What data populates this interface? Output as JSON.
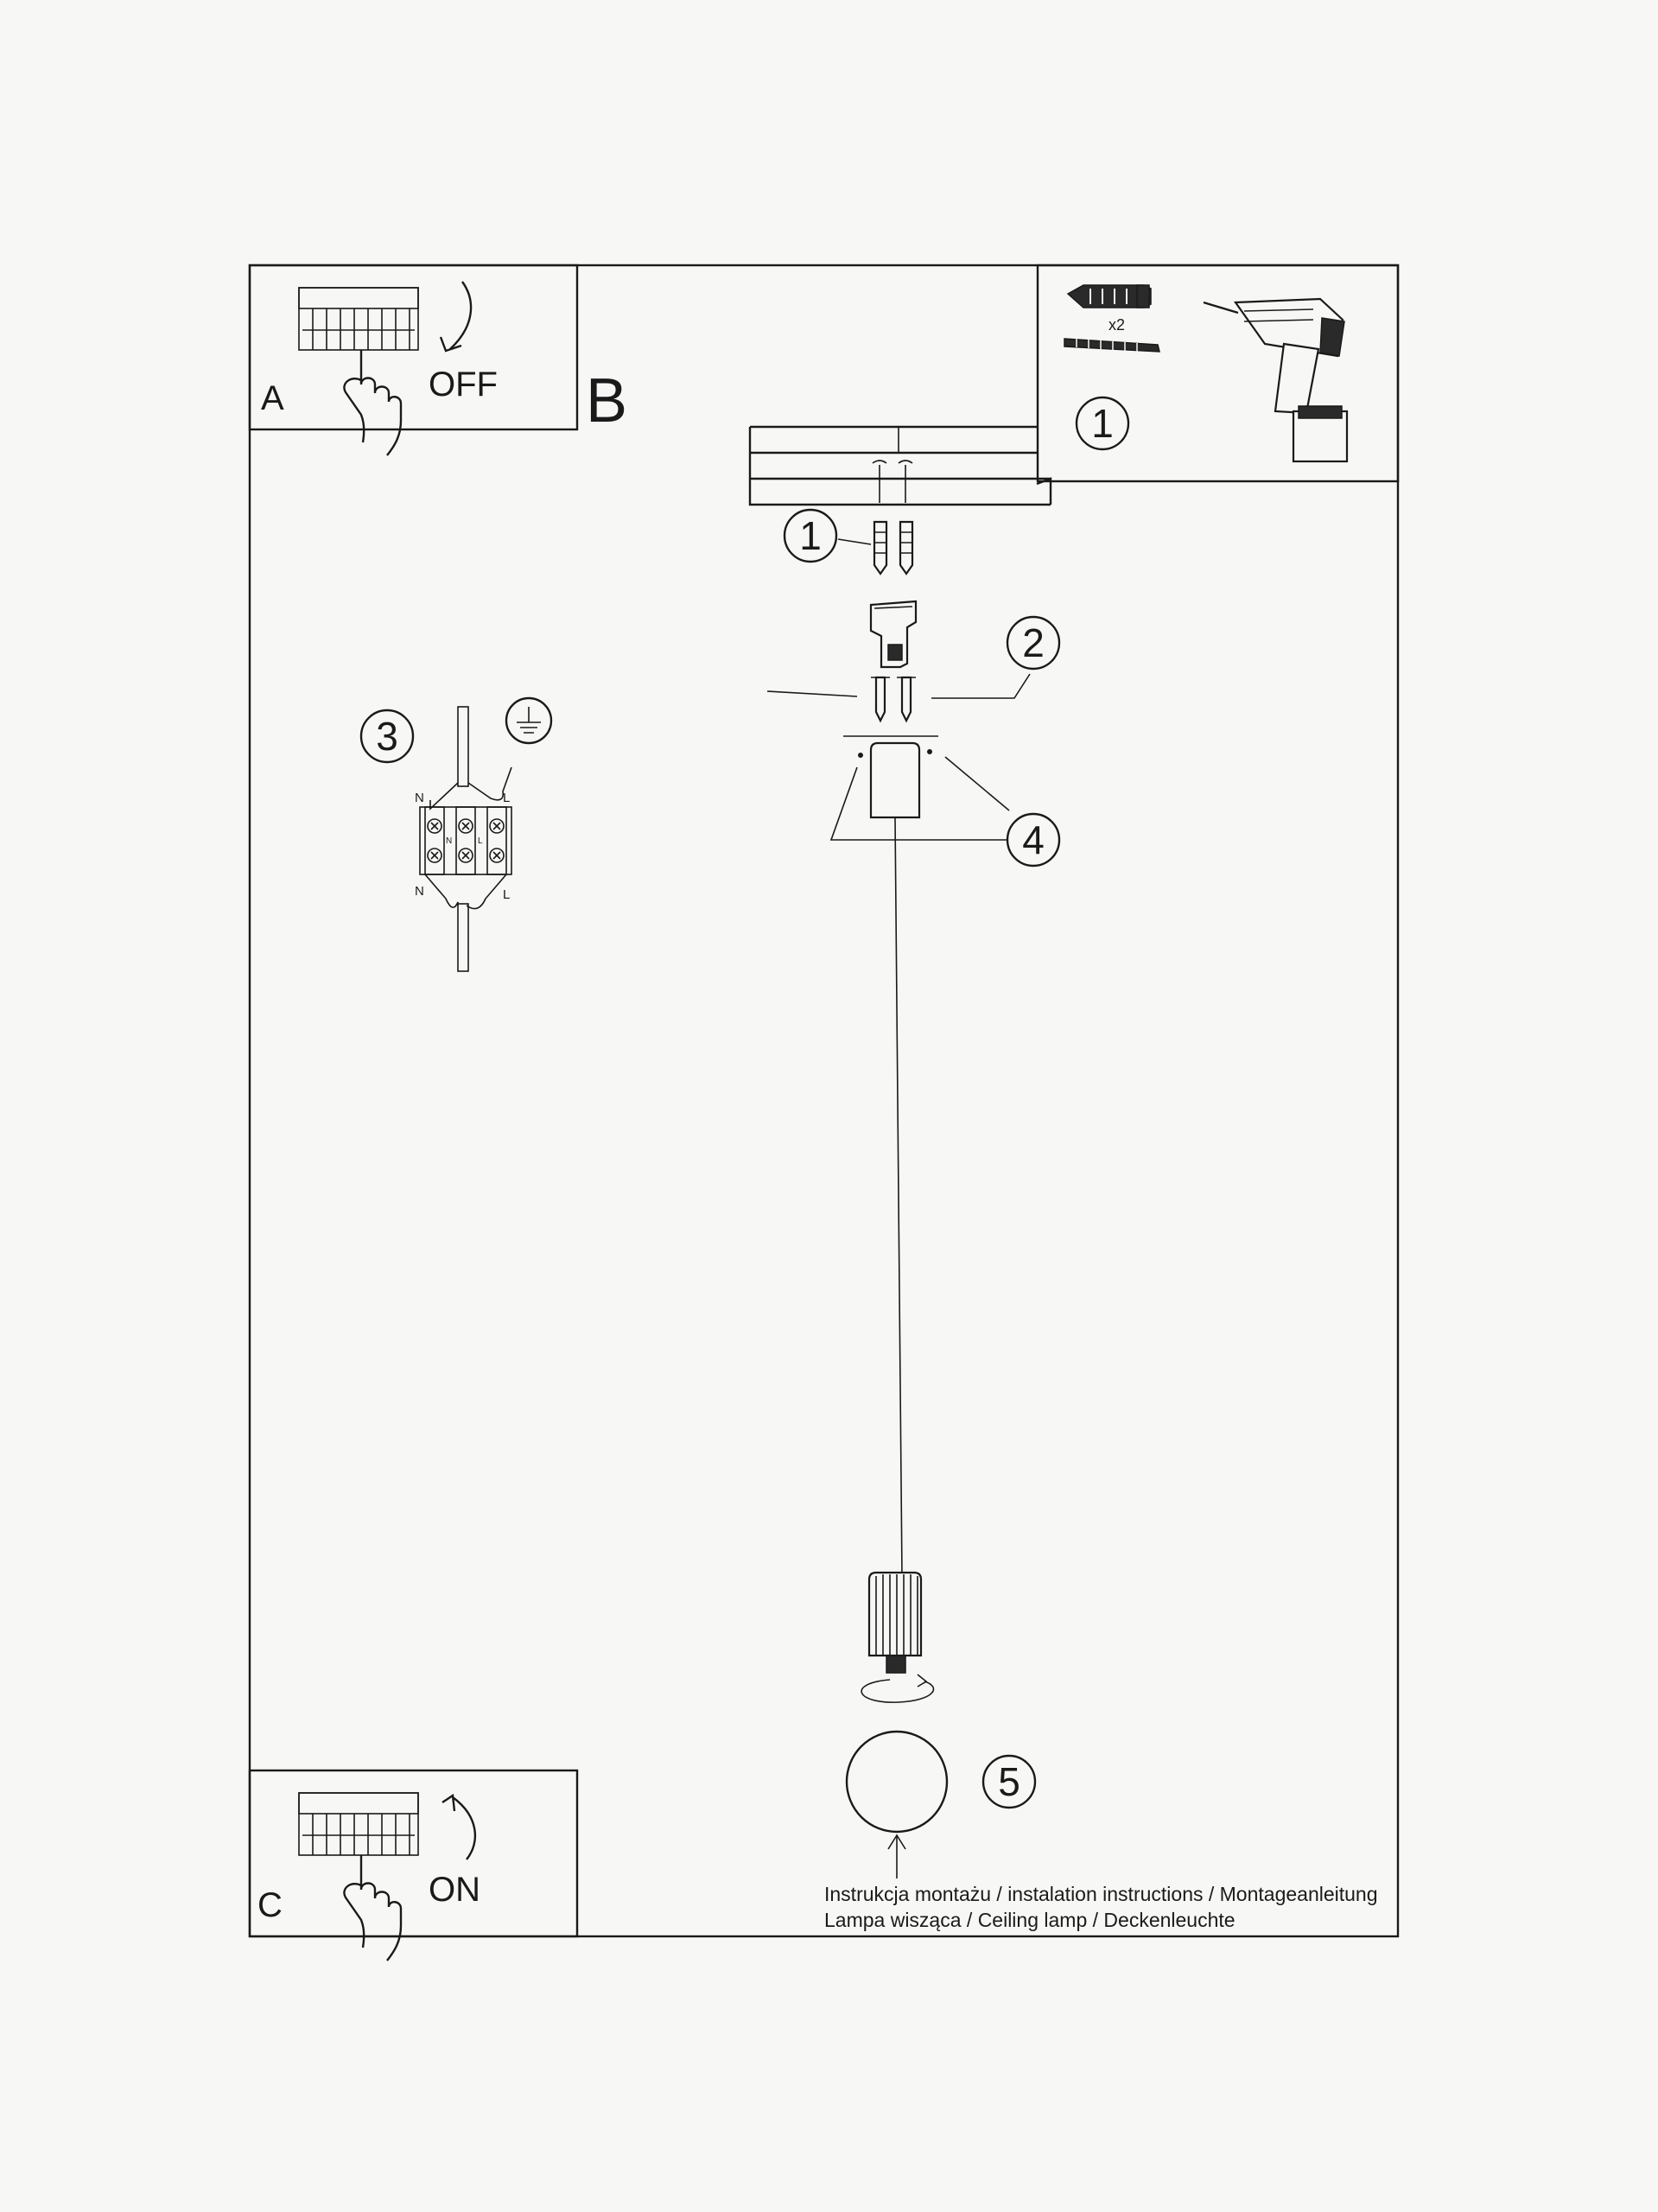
{
  "panels": {
    "a": {
      "letter": "A",
      "switch_label": "OFF"
    },
    "b": {
      "letter": "B"
    },
    "c": {
      "letter": "C",
      "switch_label": "ON"
    }
  },
  "tools": {
    "quantity": "x2",
    "step": "1"
  },
  "steps": [
    "1",
    "2",
    "3",
    "4",
    "5"
  ],
  "wiring": {
    "top_left": "N",
    "top_right": "L",
    "bottom_left": "N",
    "bottom_right": "L",
    "mid_left": "N",
    "mid_right": "L"
  },
  "caption": {
    "line1": "Instrukcja montażu / instalation instructions / Montageanleitung",
    "line2": "Lampa wisząca / Ceiling lamp / Deckenleuchte"
  }
}
